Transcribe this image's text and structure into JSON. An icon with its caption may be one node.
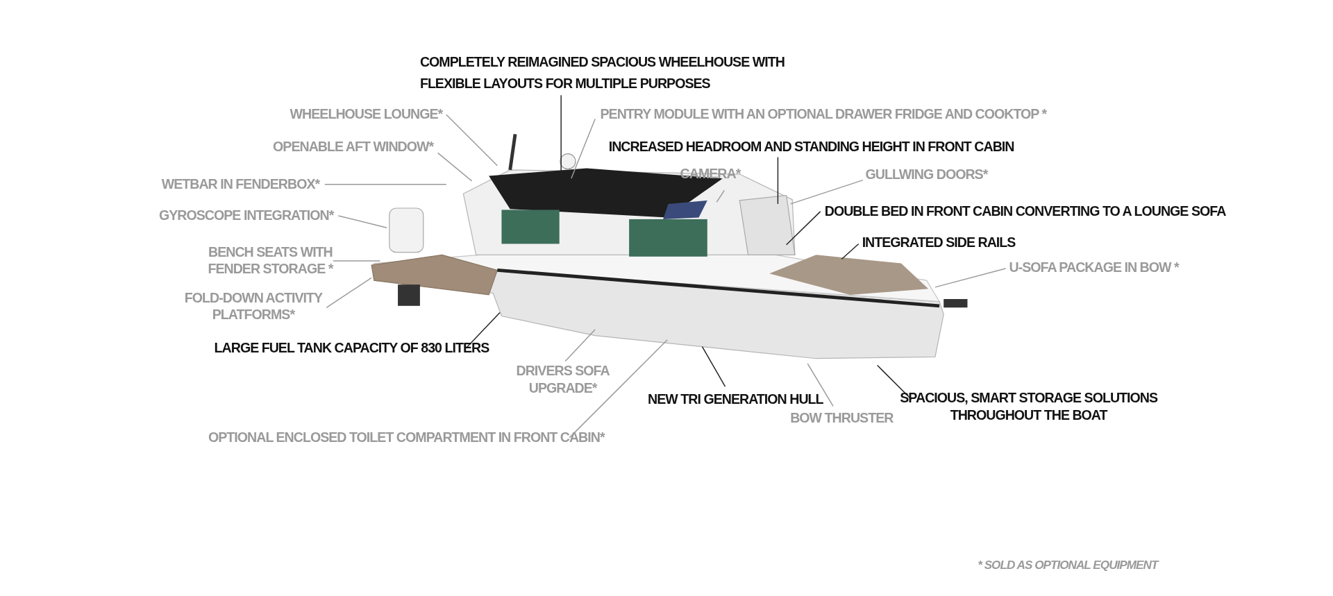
{
  "diagram": {
    "nodes": [
      {
        "text": [
          "COMPLETELY REIMAGINED SPACIOUS WHEELHOUSE WITH FLEXIBLE LAYOUTS FOR MULTIPLE PURPOSES"
        ]
      },
      {
        "text": [
          "WHEELHOUSE LOUNGE*"
        ]
      },
      {
        "text": [
          "PENTRY MODULE WITH AN OPTIONAL DRAWER FRIDGE AND COOKTOP *"
        ]
      },
      {
        "text": [
          "OPENABLE AFT WINDOW*"
        ]
      },
      {
        "text": [
          "INCREASED HEADROOM AND STANDING HEIGHT IN FRONT CABIN"
        ]
      },
      {
        "text": [
          "CAMERA*"
        ]
      },
      {
        "text": [
          "GULLWING DOORS*"
        ]
      },
      {
        "text": [
          "WETBAR IN FENDERBOX*"
        ]
      },
      {
        "text": [
          "DOUBLE BED IN FRONT CABIN CONVERTING TO A LOUNGE SOFA"
        ]
      },
      {
        "text": [
          "GYROSCOPE INTEGRATION*"
        ]
      },
      {
        "text": [
          "INTEGRATED SIDE RAILS"
        ]
      },
      {
        "text": [
          "BENCH SEATS WITH FENDER STORAGE *"
        ]
      },
      {
        "text": [
          "U-SOFA PACKAGE IN BOW *"
        ]
      },
      {
        "text": [
          "FOLD-DOWN ACTIVITY PLATFORMS*"
        ]
      },
      {
        "text": [
          "LARGE FUEL TANK CAPACITY OF 830 LITERS"
        ]
      },
      {
        "text": [
          "DRIVERS SOFA UPGRADE*"
        ]
      },
      {
        "text": [
          "NEW TRI GENERATION HULL"
        ]
      },
      {
        "text": [
          "SPACIOUS, SMART STORAGE SOLUTIONS THROUGHOUT THE BOAT"
        ]
      },
      {
        "text": [
          "BOW THRUSTER"
        ]
      },
      {
        "text": [
          "OPTIONAL ENCLOSED TOILET COMPARTMENT IN FRONT CABIN*"
        ]
      }
    ],
    "edges": [
      {
        "from": 0,
        "to": null,
        "arrow": "none",
        "color": "#222222"
      },
      {
        "from": 1,
        "to": null,
        "arrow": "none"
      },
      {
        "from": 2,
        "to": null,
        "arrow": "none"
      },
      {
        "from": 3,
        "to": null,
        "arrow": "none"
      },
      {
        "from": 4,
        "to": null,
        "arrow": "none",
        "color": "#222222"
      },
      {
        "from": 5,
        "to": null,
        "arrow": "none"
      },
      {
        "from": 6,
        "to": null,
        "arrow": "none"
      },
      {
        "from": 7,
        "to": null,
        "arrow": "none"
      },
      {
        "from": 8,
        "to": null,
        "arrow": "none",
        "color": "#222222"
      },
      {
        "from": 9,
        "to": null,
        "arrow": "none"
      },
      {
        "from": 10,
        "to": null,
        "arrow": "none",
        "color": "#222222"
      },
      {
        "from": 11,
        "to": null,
        "arrow": "none"
      },
      {
        "from": 12,
        "to": null,
        "arrow": "none"
      },
      {
        "from": 13,
        "to": null,
        "arrow": "none"
      },
      {
        "from": 14,
        "to": null,
        "arrow": "none",
        "color": "#222222"
      },
      {
        "from": 15,
        "to": null,
        "arrow": "none"
      },
      {
        "from": 16,
        "to": null,
        "arrow": "none",
        "color": "#222222"
      },
      {
        "from": 17,
        "to": null,
        "arrow": "none",
        "color": "#222222"
      },
      {
        "from": 18,
        "to": null,
        "arrow": "none"
      },
      {
        "from": 19,
        "to": null,
        "arrow": "none"
      }
    ],
    "labels": [
      "* SOLD AS OPTIONAL EQUIPMENT"
    ]
  }
}
